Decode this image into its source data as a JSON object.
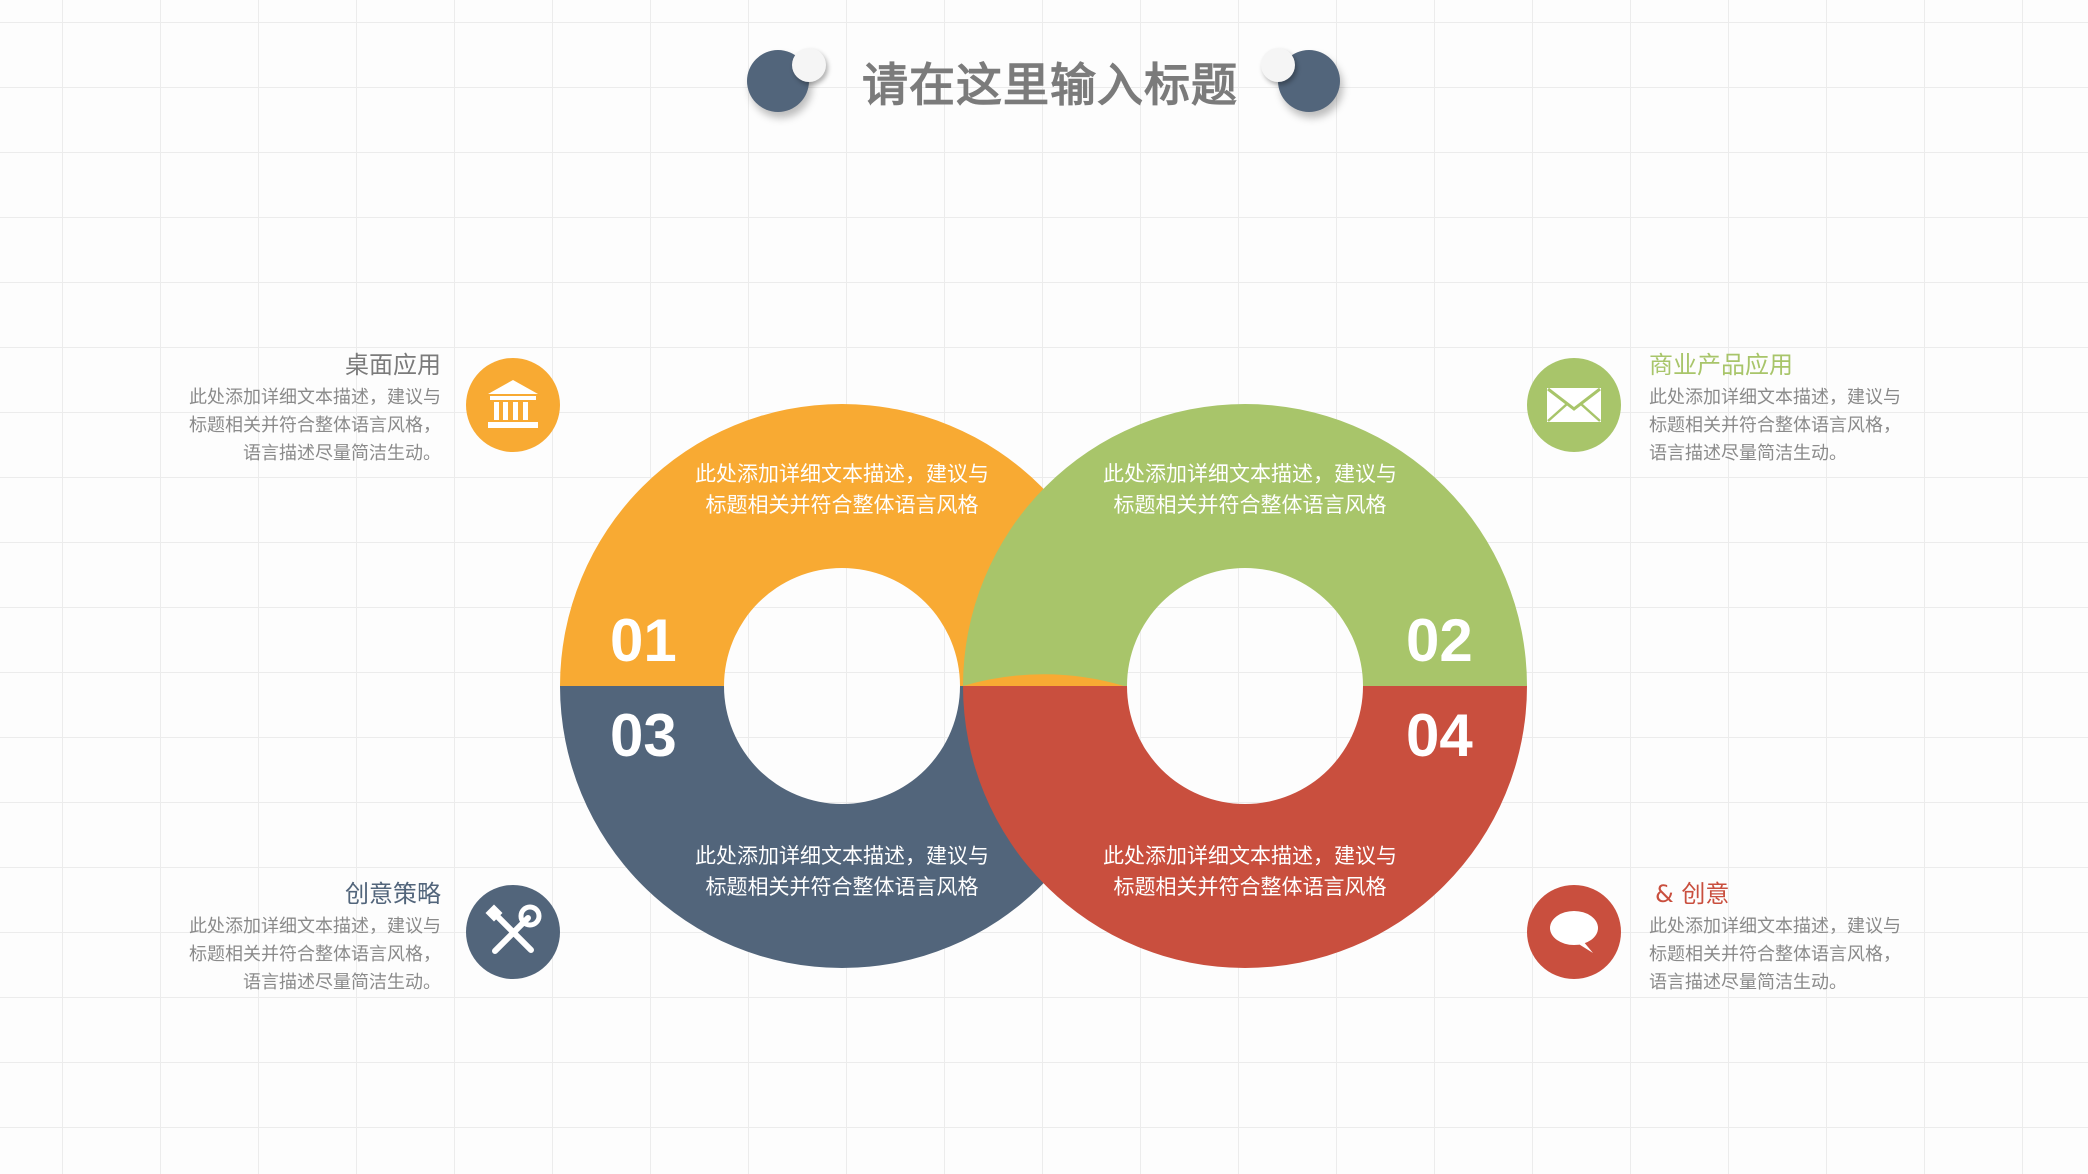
{
  "title": "请在这里输入标题",
  "colors": {
    "orange": "#f8aa33",
    "green": "#a8c56a",
    "navy": "#52657b",
    "red": "#c94f3e",
    "title_gray": "#7b7b7b",
    "desc_gray": "#8a8a8a"
  },
  "segments": [
    {
      "number": "01",
      "text": "此处添加详细文本描述，建议与标题相关并符合整体语言风格",
      "color": "orange"
    },
    {
      "number": "02",
      "text": "此处添加详细文本描述，建议与标题相关并符合整体语言风格",
      "color": "green"
    },
    {
      "number": "03",
      "text": "此处添加详细文本描述，建议与标题相关并符合整体语言风格",
      "color": "navy"
    },
    {
      "number": "04",
      "text": "此处添加详细文本描述，建议与标题相关并符合整体语言风格",
      "color": "red"
    }
  ],
  "side_items": [
    {
      "title": "桌面应用",
      "icon": "bank-icon",
      "desc_lines": [
        "此处添加详细文本描述，建议与",
        "标题相关并符合整体语言风格，",
        "语言描述尽量简洁生动。"
      ]
    },
    {
      "title": "商业产品应用",
      "icon": "envelope-icon",
      "desc_lines": [
        "此处添加详细文本描述，建议与",
        "标题相关并符合整体语言风格，",
        "语言描述尽量简洁生动。"
      ]
    },
    {
      "title": "创意策略",
      "icon": "tools-icon",
      "desc_lines": [
        "此处添加详细文本描述，建议与",
        "标题相关并符合整体语言风格，",
        "语言描述尽量简洁生动。"
      ]
    },
    {
      "title": "& 创意",
      "icon": "speech-bubble-icon",
      "desc_lines": [
        "此处添加详细文本描述，建议与",
        "标题相关并符合整体语言风格，",
        "语言描述尽量简洁生动。"
      ]
    }
  ]
}
